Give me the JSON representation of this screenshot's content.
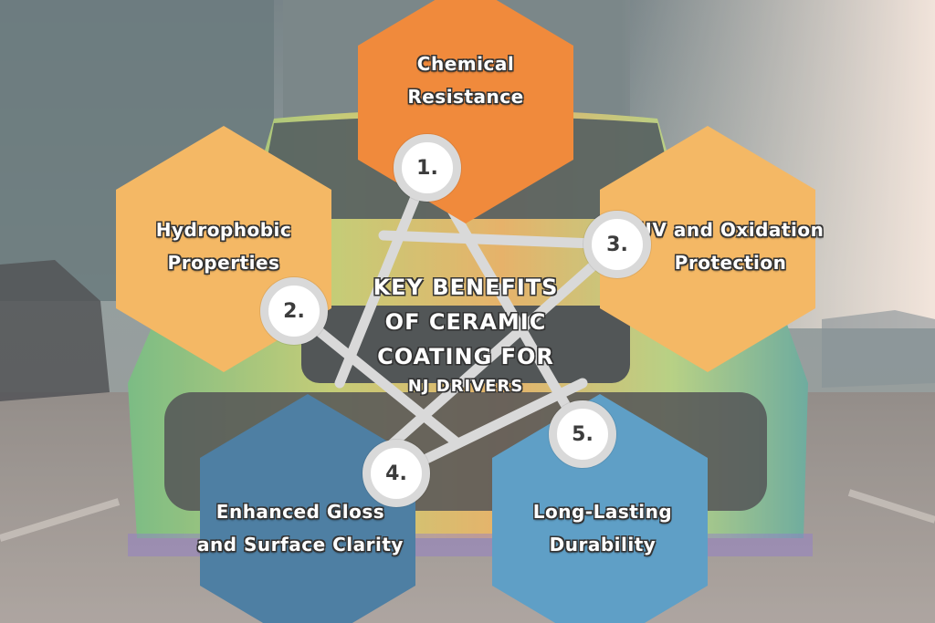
{
  "title": {
    "line1": "KEY BENEFITS",
    "line2": "OF CERAMIC",
    "line3": "COATING FOR",
    "line4": "NJ DRIVERS"
  },
  "benefits": [
    {
      "number": "1.",
      "line1": "Chemical",
      "line2": "Resistance",
      "color": "#f08a3c"
    },
    {
      "number": "2.",
      "line1": "Hydrophobic",
      "line2": "Properties",
      "color": "#f4b865"
    },
    {
      "number": "3.",
      "line1": "UV and Oxidation",
      "line2": "Protection",
      "color": "#f4b865"
    },
    {
      "number": "4.",
      "line1": "Enhanced Gloss",
      "line2": "and Surface Clarity",
      "color": "#4e7fa3"
    },
    {
      "number": "5.",
      "line1": "Long-Lasting",
      "line2": "Durability",
      "color": "#5f9fc6"
    }
  ],
  "connector_color": "#d9d9d9"
}
